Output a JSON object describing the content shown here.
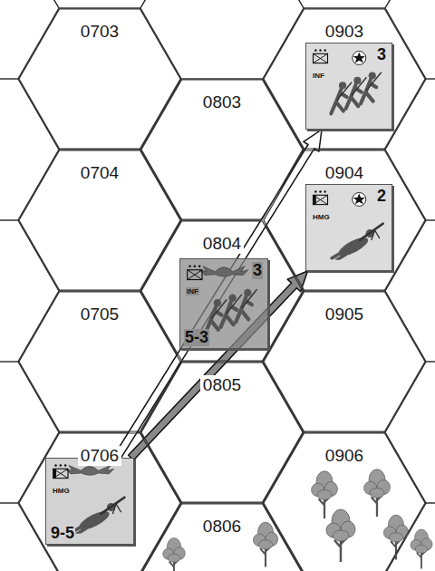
{
  "diagram": {
    "nodes": [
      {
        "text": [
          "0703"
        ]
      },
      {
        "text": [
          "0903"
        ]
      },
      {
        "text": [
          "INF",
          "3"
        ],
        "in": 1
      },
      {
        "text": [
          "0803"
        ]
      },
      {
        "text": [
          "0704"
        ]
      },
      {
        "text": [
          "0904"
        ]
      },
      {
        "text": [
          "HMG",
          "2"
        ],
        "in": 5
      },
      {
        "text": [
          "0804"
        ]
      },
      {
        "text": [
          "INF",
          "3",
          "5-3"
        ],
        "in": 7
      },
      {
        "text": [
          "0705"
        ]
      },
      {
        "text": [
          "0905"
        ]
      },
      {
        "text": [
          "0805"
        ]
      },
      {
        "text": [
          "0706"
        ]
      },
      {
        "text": [
          "HMG",
          "9-5"
        ],
        "in": 12
      },
      {
        "text": [
          "0906"
        ]
      },
      {
        "text": [
          "0806"
        ]
      }
    ],
    "edges": [
      {
        "from": 13,
        "to": 2,
        "arrow": "to"
      },
      {
        "from": 13,
        "to": 6,
        "arrow": "to"
      }
    ]
  }
}
